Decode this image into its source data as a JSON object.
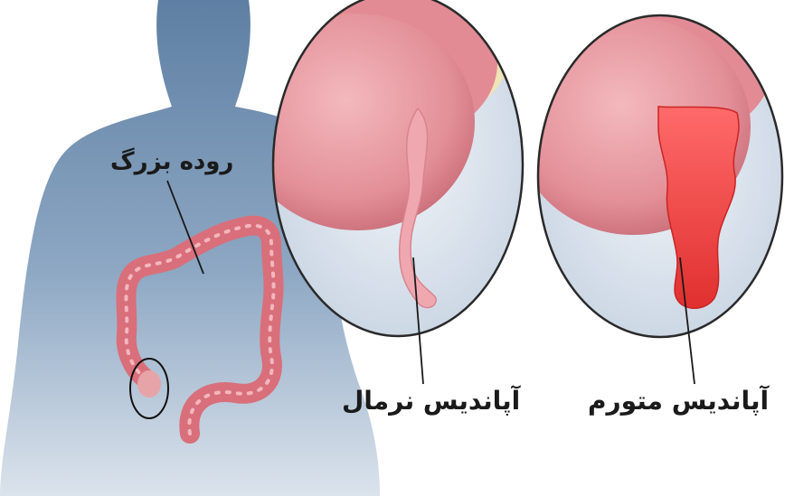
{
  "labels": {
    "large_intestine": "روده بزرگ",
    "normal_appendix": "آپاندیس نرمال",
    "inflamed_appendix": "آپاندیس متورم"
  },
  "colors": {
    "background": "#ffffff",
    "body_silhouette": "#6f8fb0",
    "colon": "#d96f7a",
    "cecum": "#e7a4a8",
    "normal_appendix": "#f0a8b0",
    "inflamed_appendix": "#e83a3a",
    "fat_band": "#f0e4b8",
    "outline": "#1a1a1a"
  }
}
